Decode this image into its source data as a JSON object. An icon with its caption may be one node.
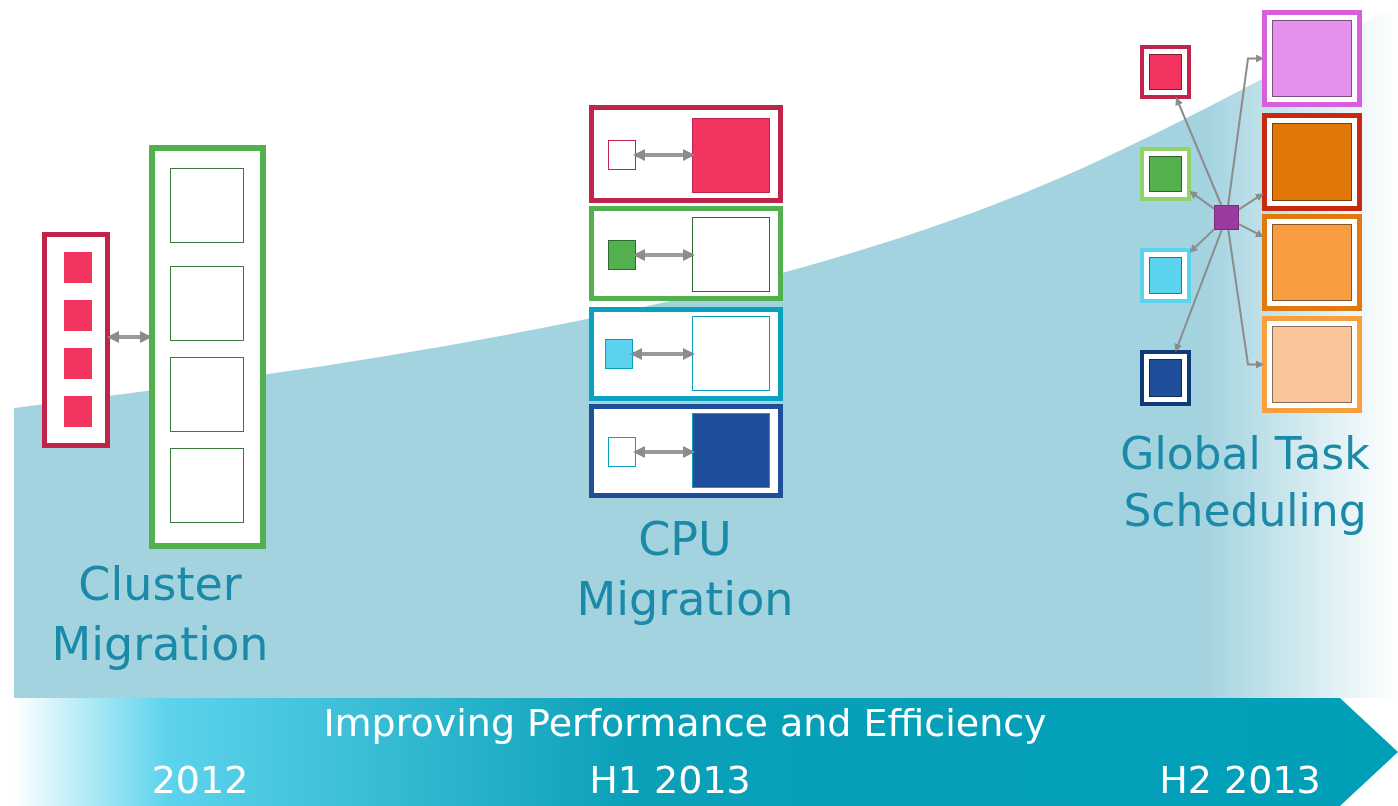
{
  "diagram": {
    "nodes": [
      {
        "text": [],
        "shape": "box"
      },
      {
        "text": [],
        "shape": "box",
        "in": 0
      },
      {
        "text": [],
        "shape": "box",
        "in": 0
      },
      {
        "text": [],
        "shape": "box",
        "in": 0
      },
      {
        "text": [],
        "shape": "box",
        "in": 0
      },
      {
        "text": [],
        "shape": "box"
      },
      {
        "text": [],
        "shape": "box",
        "in": 5
      },
      {
        "text": [],
        "shape": "box",
        "in": 5
      },
      {
        "text": [],
        "shape": "box",
        "in": 5
      },
      {
        "text": [],
        "shape": "box",
        "in": 5
      },
      {
        "text": [],
        "shape": "box"
      },
      {
        "text": [],
        "shape": "box",
        "in": 10
      },
      {
        "text": [],
        "shape": "box",
        "in": 10
      },
      {
        "text": [],
        "shape": "box"
      },
      {
        "text": [],
        "shape": "box",
        "in": 13
      },
      {
        "text": [],
        "shape": "box",
        "in": 13
      },
      {
        "text": [],
        "shape": "box"
      },
      {
        "text": [],
        "shape": "box",
        "in": 16
      },
      {
        "text": [],
        "shape": "box",
        "in": 16
      },
      {
        "text": [],
        "shape": "box"
      },
      {
        "text": [],
        "shape": "box",
        "in": 19
      },
      {
        "text": [],
        "shape": "box",
        "in": 19
      },
      {
        "text": [],
        "shape": "box"
      },
      {
        "text": [],
        "shape": "box"
      },
      {
        "text": [],
        "shape": "box"
      },
      {
        "text": [],
        "shape": "box"
      },
      {
        "text": [],
        "shape": "box"
      },
      {
        "text": [],
        "shape": "box"
      },
      {
        "text": [],
        "shape": "box"
      },
      {
        "text": [],
        "shape": "box"
      },
      {
        "text": [],
        "shape": "box"
      }
    ],
    "edges": [
      {
        "from": 0,
        "to": 5,
        "arrow": "both"
      },
      {
        "from": 11,
        "to": 12,
        "arrow": "both"
      },
      {
        "from": 14,
        "to": 15,
        "arrow": "both"
      },
      {
        "from": 17,
        "to": 18,
        "arrow": "both"
      },
      {
        "from": 20,
        "to": 21,
        "arrow": "both"
      },
      {
        "from": 26,
        "to": 22,
        "arrow": "to"
      },
      {
        "from": 26,
        "to": 23,
        "arrow": "to"
      },
      {
        "from": 26,
        "to": 24,
        "arrow": "to"
      },
      {
        "from": 26,
        "to": 25,
        "arrow": "to"
      },
      {
        "from": 26,
        "to": 27,
        "arrow": "to"
      },
      {
        "from": 26,
        "to": 28,
        "arrow": "to"
      },
      {
        "from": 26,
        "to": 29,
        "arrow": "to"
      },
      {
        "from": 26,
        "to": 30,
        "arrow": "to"
      }
    ],
    "labels": [
      "Cluster Migration",
      "CPU Migration",
      "Global Task Scheduling",
      "Improving Performance and Efficiency",
      "2012",
      "H1 2013",
      "H2 2013"
    ]
  }
}
